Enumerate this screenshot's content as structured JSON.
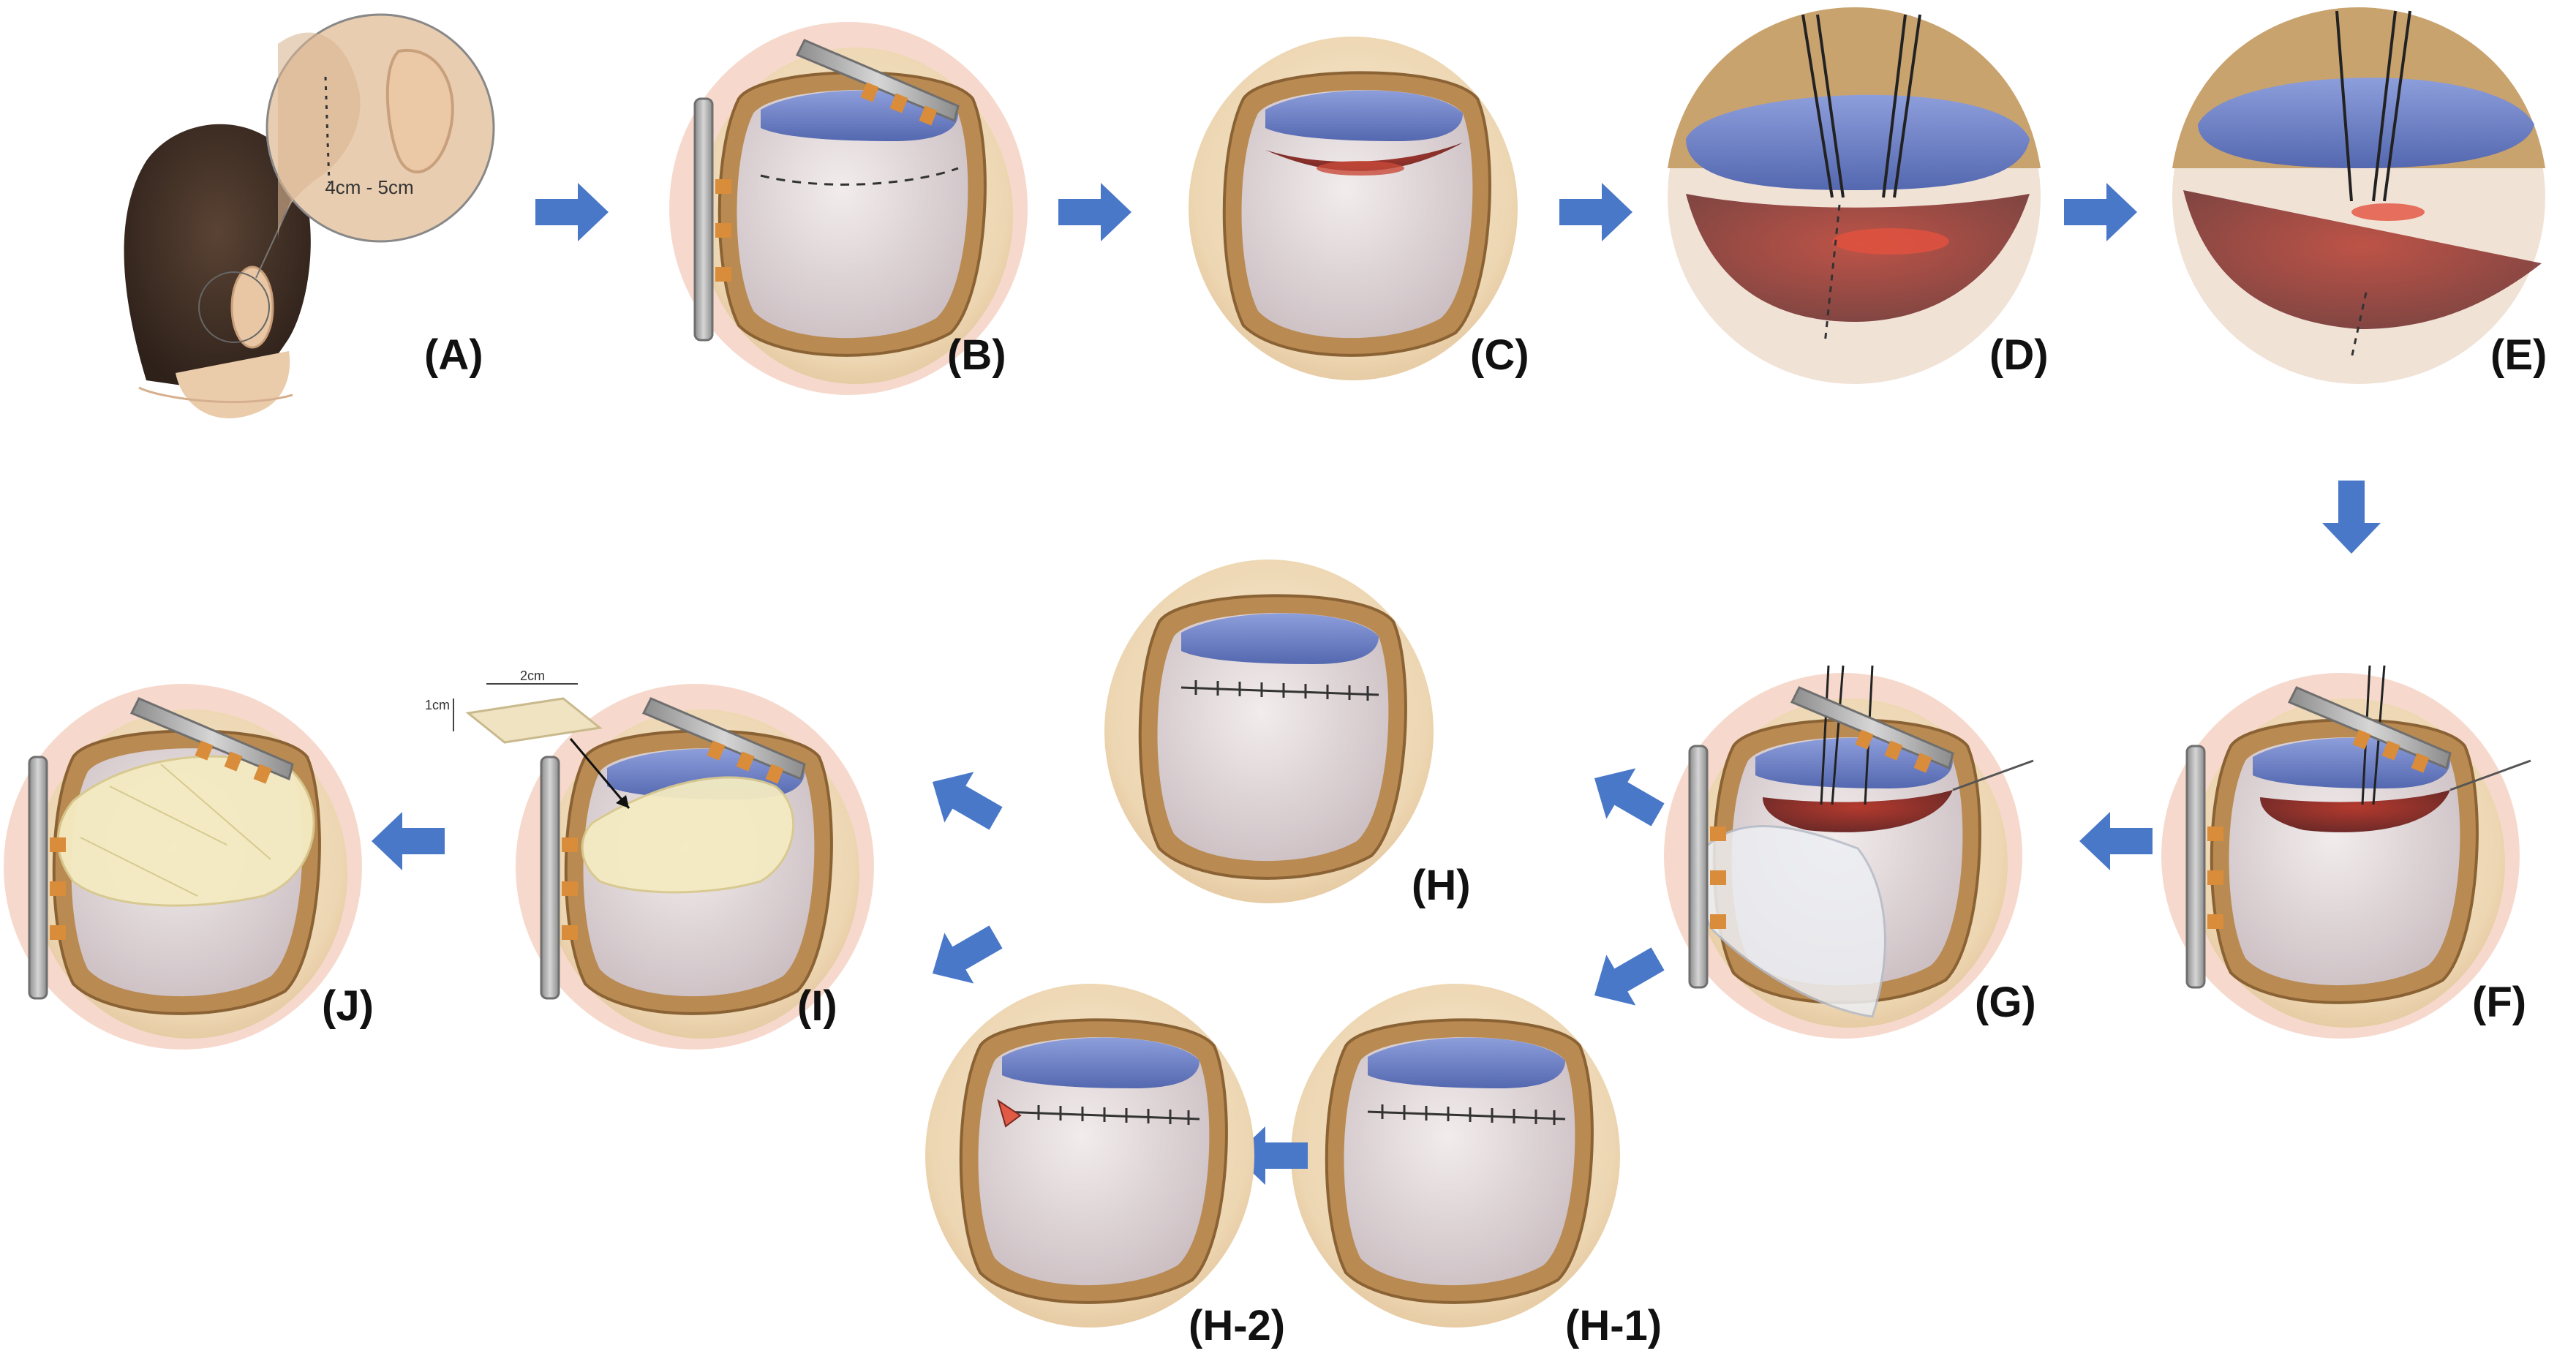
{
  "colors": {
    "arrow": "#4A78C8",
    "skin": "#F1DEC0",
    "bone": "#B98A52",
    "dura": "#E6DBDA",
    "sinus": "#6E84C8",
    "blood": "#C84A3A",
    "retractor": "#A8A8A8"
  },
  "panels": [
    {
      "id": "A",
      "label": "(A)"
    },
    {
      "id": "B",
      "label": "(B)"
    },
    {
      "id": "C",
      "label": "(C)"
    },
    {
      "id": "D",
      "label": "(D)"
    },
    {
      "id": "E",
      "label": "(E)"
    },
    {
      "id": "F",
      "label": "(F)"
    },
    {
      "id": "G",
      "label": "(G)"
    },
    {
      "id": "H",
      "label": "(H)"
    },
    {
      "id": "H1",
      "label": "(H-1)"
    },
    {
      "id": "H2",
      "label": "(H-2)"
    },
    {
      "id": "I",
      "label": "(I)"
    },
    {
      "id": "J",
      "label": "(J)"
    }
  ],
  "annotations": {
    "incision_length": "4cm - 5cm",
    "patch_width": "2cm",
    "patch_height": "1cm"
  }
}
